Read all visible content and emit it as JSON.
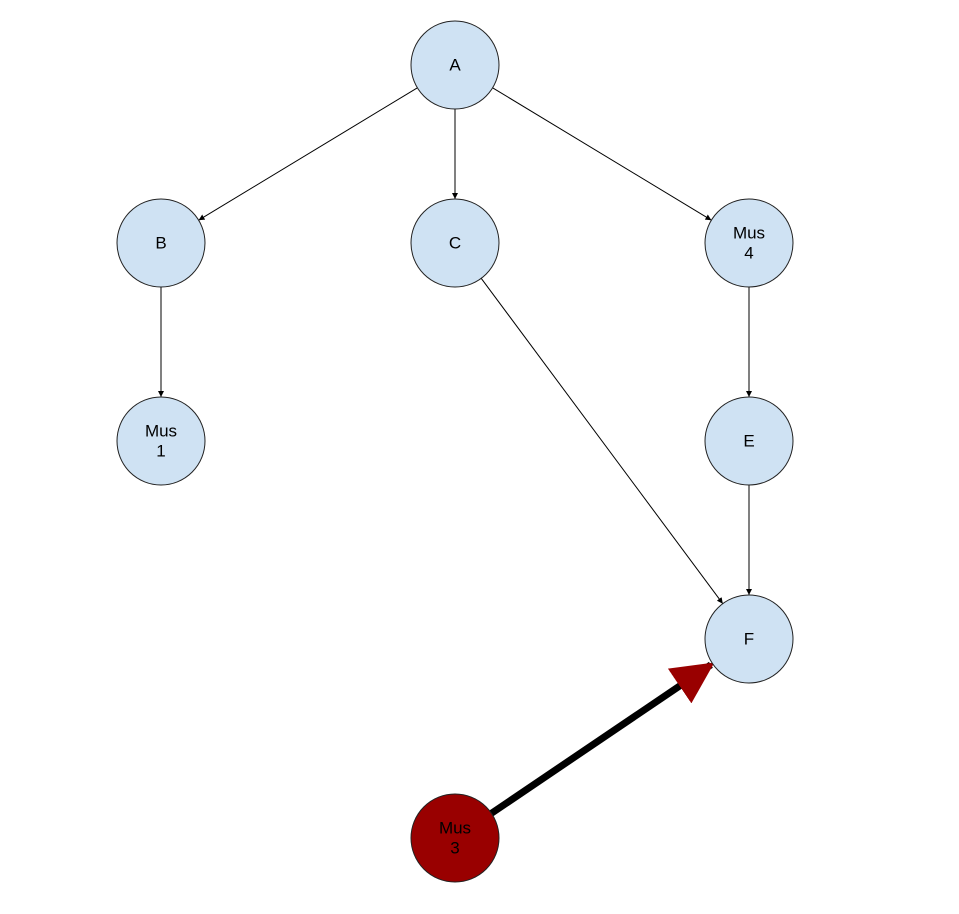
{
  "colors": {
    "node_fill": "#cfe2f3",
    "node_text": "#000000",
    "highlight_fill": "#990000",
    "highlight_text": "#000000",
    "edge": "#000000",
    "highlight_edge": "#990000"
  },
  "nodes": [
    {
      "id": "A",
      "lines": [
        "A"
      ],
      "style": "normal"
    },
    {
      "id": "B",
      "lines": [
        "B"
      ],
      "style": "normal"
    },
    {
      "id": "C",
      "lines": [
        "C"
      ],
      "style": "normal"
    },
    {
      "id": "Mus4",
      "lines": [
        "Mus",
        "4"
      ],
      "style": "normal"
    },
    {
      "id": "Mus1",
      "lines": [
        "Mus",
        "1"
      ],
      "style": "normal"
    },
    {
      "id": "E",
      "lines": [
        "E"
      ],
      "style": "normal"
    },
    {
      "id": "F",
      "lines": [
        "F"
      ],
      "style": "normal"
    },
    {
      "id": "Mus3",
      "lines": [
        "Mus",
        "3"
      ],
      "style": "highlight"
    }
  ],
  "edges": [
    {
      "from": "A",
      "to": "B",
      "style": "normal"
    },
    {
      "from": "A",
      "to": "C",
      "style": "normal"
    },
    {
      "from": "A",
      "to": "Mus4",
      "style": "normal"
    },
    {
      "from": "B",
      "to": "Mus1",
      "style": "normal"
    },
    {
      "from": "C",
      "to": "F",
      "style": "normal"
    },
    {
      "from": "Mus4",
      "to": "E",
      "style": "normal"
    },
    {
      "from": "E",
      "to": "F",
      "style": "normal"
    },
    {
      "from": "Mus3",
      "to": "F",
      "style": "highlight"
    }
  ]
}
